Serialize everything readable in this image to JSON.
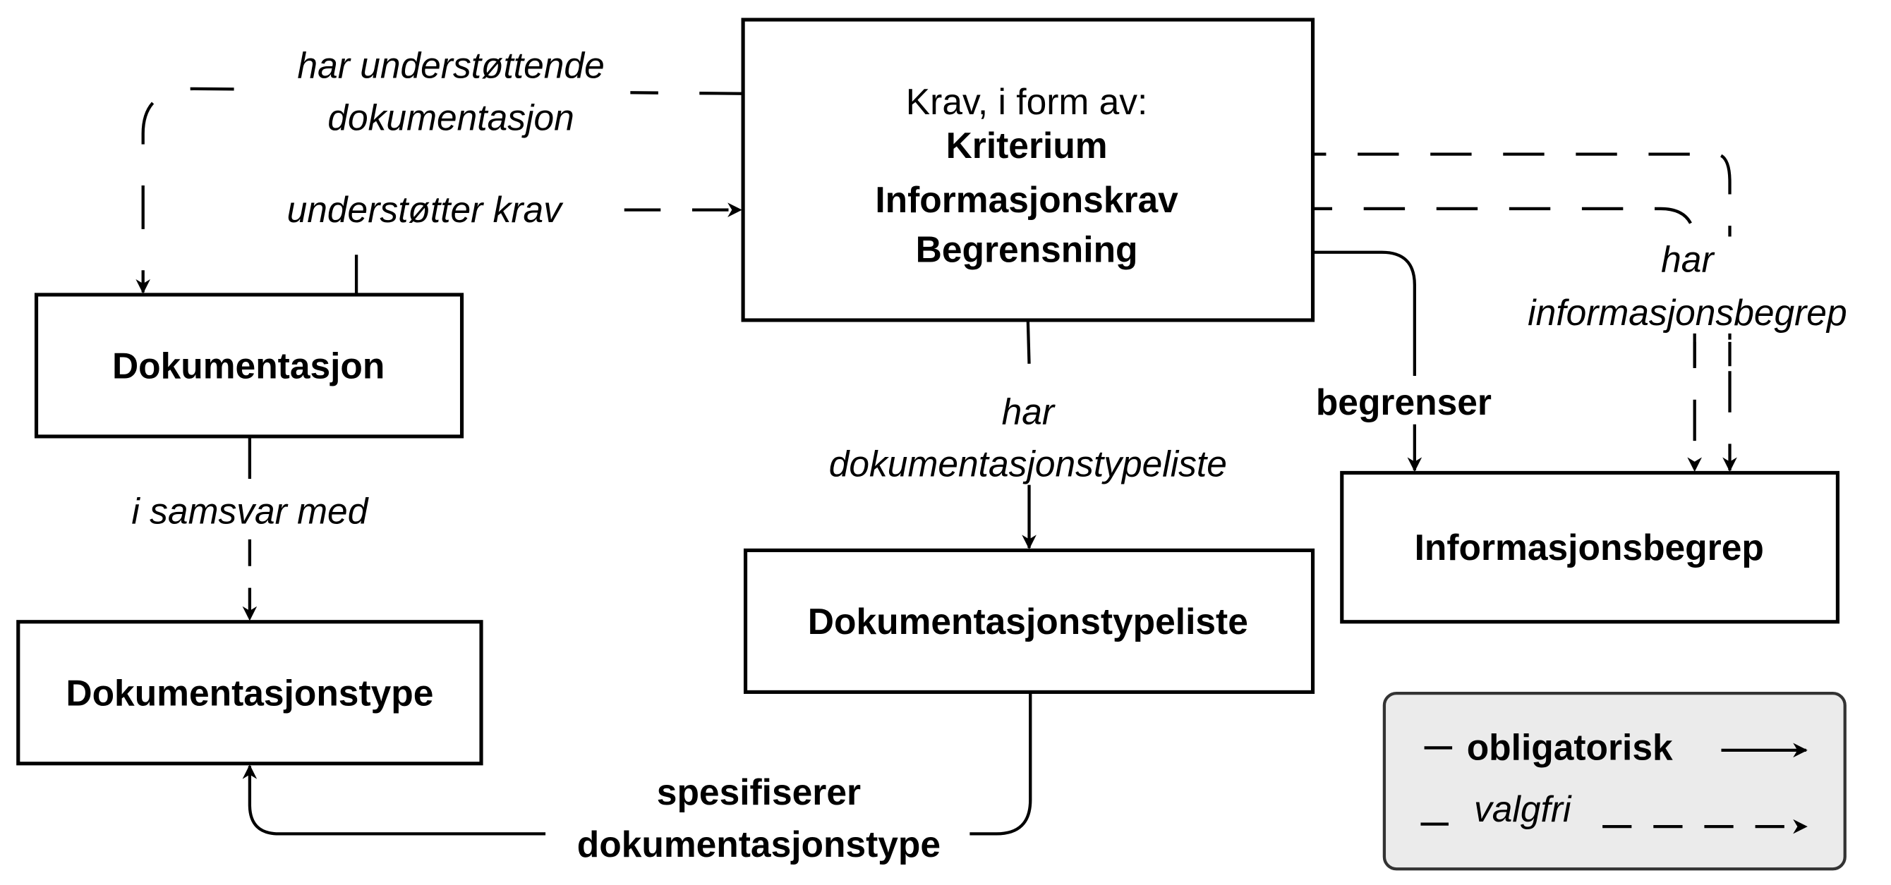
{
  "nodes": {
    "krav": {
      "intro": "Krav, i form av:",
      "items": [
        "Kriterium",
        "Informasjonskrav",
        "Begrensning"
      ]
    },
    "dokumentasjon": "Dokumentasjon",
    "dokumentasjonstype": "Dokumentasjonstype",
    "dokumentasjonstypeliste": "Dokumentasjonstypeliste",
    "informasjonsbegrep": "Informasjonsbegrep"
  },
  "edges": {
    "har_understottende": [
      "har understøttende",
      "dokumentasjon"
    ],
    "understotter_krav": "understøtter krav",
    "i_samsvar_med": "i samsvar med",
    "har_dokumentasjonstypeliste": [
      "har",
      "dokumentasjonstypeliste"
    ],
    "spesifiserer": [
      "spesifiserer",
      "dokumentasjonstype"
    ],
    "begrenser": "begrenser",
    "har_informasjonsbegrep": [
      "har",
      "informasjonsbegrep"
    ]
  },
  "legend": {
    "mandatory": "obligatorisk",
    "optional": "valgfri",
    "background": "#ebebeb"
  }
}
